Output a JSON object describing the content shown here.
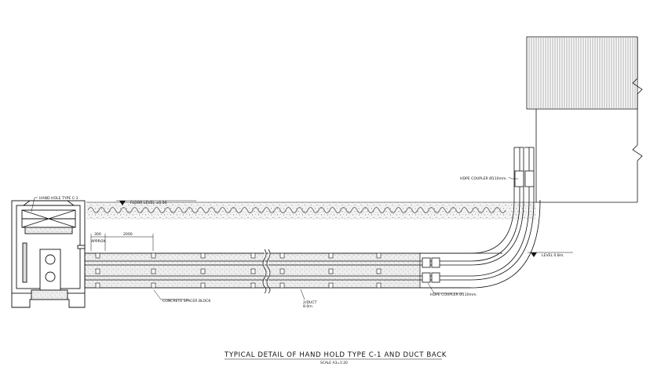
{
  "labels": {
    "hand_hole": "HAND HOLE TYPE C-1",
    "floor_level": "FLOOR LEVEL ±0.00",
    "dim_300": "300",
    "dim_approx": "APPROX.",
    "dim_2000": "2000",
    "concrete_spacer": "CONCRETE SPACER BLOCK",
    "duct_line1": "2/DUCT",
    "duct_line2": "8.0m.",
    "hdpe_coupler_upper": "HDPE COUPLER Ø110mm.",
    "hdpe_coupler_lower": "HDPE COUPLER Ø110mm.",
    "level": "LEVEL 0.8m."
  },
  "title": "TYPICAL DETAIL OF HAND HOLD TYPE C-1 AND DUCT BACK",
  "scale": "SCALE A3=1:20",
  "colors": {
    "line": "#111111",
    "fill_concrete": "#d9d9d9",
    "soil": "#e2e2e2"
  }
}
